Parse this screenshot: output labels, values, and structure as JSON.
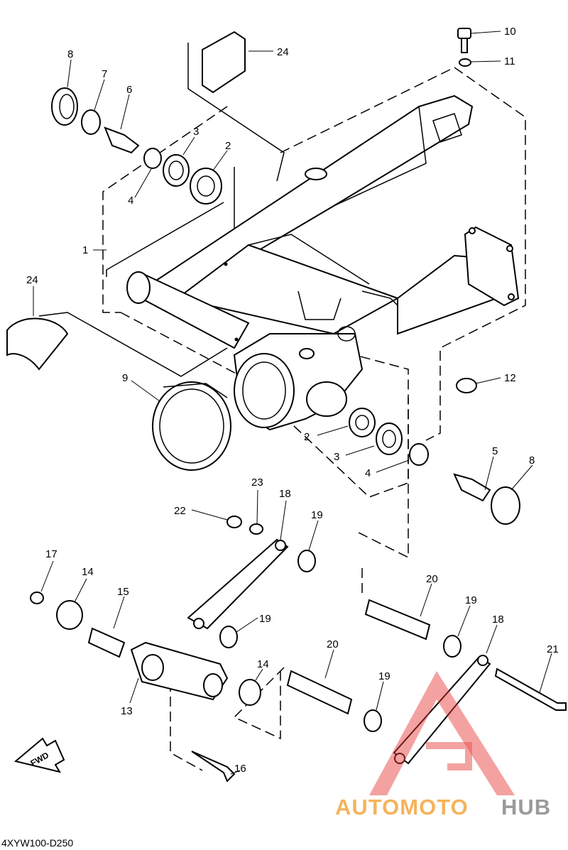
{
  "diagram": {
    "code": "4XYW100-D250",
    "fwd_label": "FWD",
    "callouts": {
      "c1": "1",
      "c2a": "2",
      "c2b": "2",
      "c3a": "3",
      "c3b": "3",
      "c4a": "4",
      "c4b": "4",
      "c5": "5",
      "c6": "6",
      "c7": "7",
      "c8a": "8",
      "c8b": "8",
      "c9": "9",
      "c10": "10",
      "c11": "11",
      "c12": "12",
      "c13": "13",
      "c14a": "14",
      "c14b": "14",
      "c15": "15",
      "c16": "16",
      "c17": "17",
      "c18a": "18",
      "c18b": "18",
      "c19a": "19",
      "c19b": "19",
      "c19c": "19",
      "c19d": "19",
      "c20a": "20",
      "c20b": "20",
      "c21": "21",
      "c22": "22",
      "c23": "23",
      "c24a": "24",
      "c24b": "24"
    }
  },
  "watermark": {
    "part1": "AUTOMOTO",
    "part2": "HUB",
    "color_primary": "#f4a640",
    "color_secondary": "#8a8a8a",
    "triangle_color": "#e53935"
  }
}
